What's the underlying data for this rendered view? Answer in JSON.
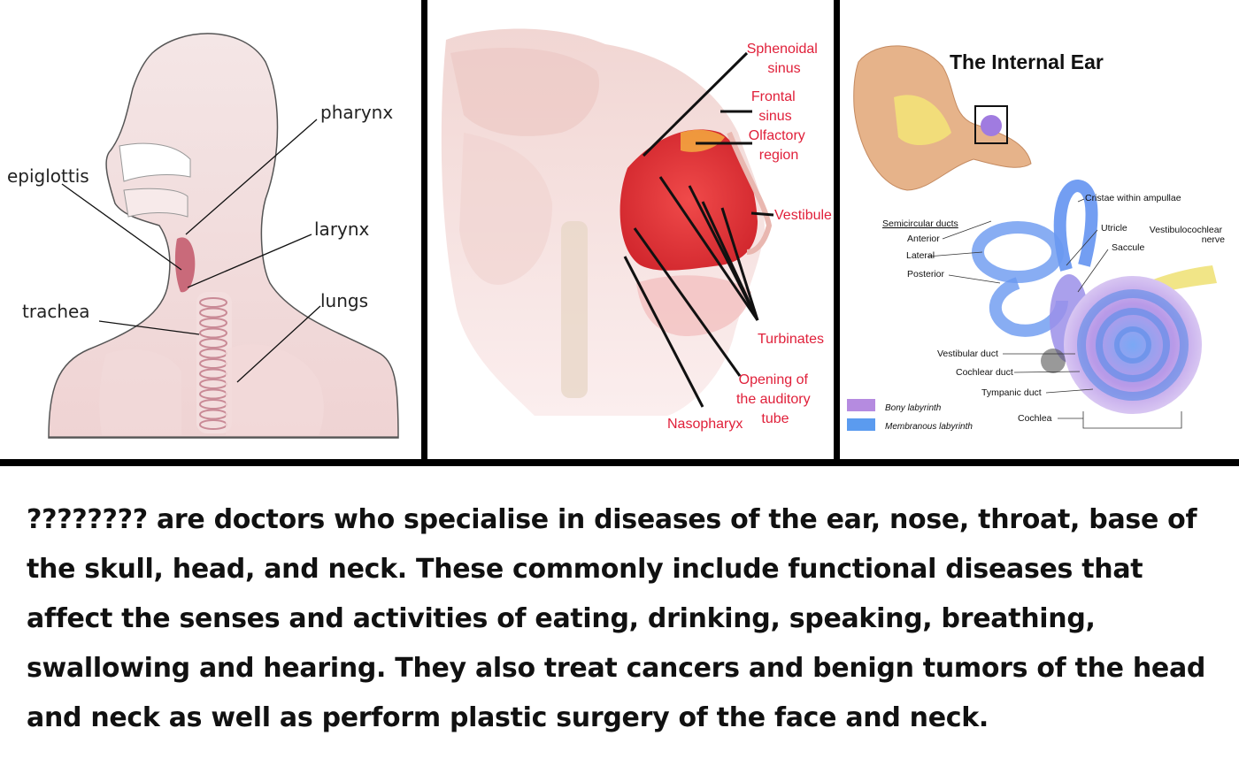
{
  "respiratory_panel": {
    "labels": {
      "pharynx": "pharynx",
      "epiglottis": "epiglottis",
      "larynx": "larynx",
      "lungs": "lungs",
      "trachea": "trachea"
    }
  },
  "nasal_panel": {
    "labels": {
      "sphenoidal_sinus": [
        "Sphenoidal",
        "sinus"
      ],
      "frontal_sinus": [
        "Frontal",
        "sinus"
      ],
      "olfactory_region": [
        "Olfactory",
        "region"
      ],
      "vestibule": "Vestibule",
      "turbinates": "Turbinates",
      "auditory_tube": [
        "Opening of",
        "the auditory",
        "tube"
      ],
      "nasopharyx": "Nasopharyx"
    }
  },
  "ear_panel": {
    "title": "The Internal Ear",
    "labels": {
      "cristae": "Cristae within ampullae",
      "semicircular_ducts": "Semicircular ducts",
      "anterior": "Anterior",
      "lateral": "Lateral",
      "posterior": "Posterior",
      "utricle": "Utricle",
      "saccule": "Saccule",
      "vestibulocochlear": [
        "Vestibulocochlear",
        "nerve"
      ],
      "vestibular_duct": "Vestibular duct",
      "cochlear_duct": "Cochlear duct",
      "tympanic_duct": "Tympanic duct",
      "cochlea": "Cochlea"
    },
    "legend": [
      {
        "label": "Bony labyrinth",
        "color": "#b58be0"
      },
      {
        "label": "Membranous labyrinth",
        "color": "#5b9bef"
      }
    ]
  },
  "caption": {
    "text": "???????? are doctors who specialise in diseases of the ear, nose, throat, base of the skull, head, and neck. These commonly include functional diseases that affect the senses and activities of eating, drinking, speaking, breathing, swallowing and hearing. They also treat cancers and benign tumors of the head and neck as well as perform plastic surgery of the face and neck."
  }
}
